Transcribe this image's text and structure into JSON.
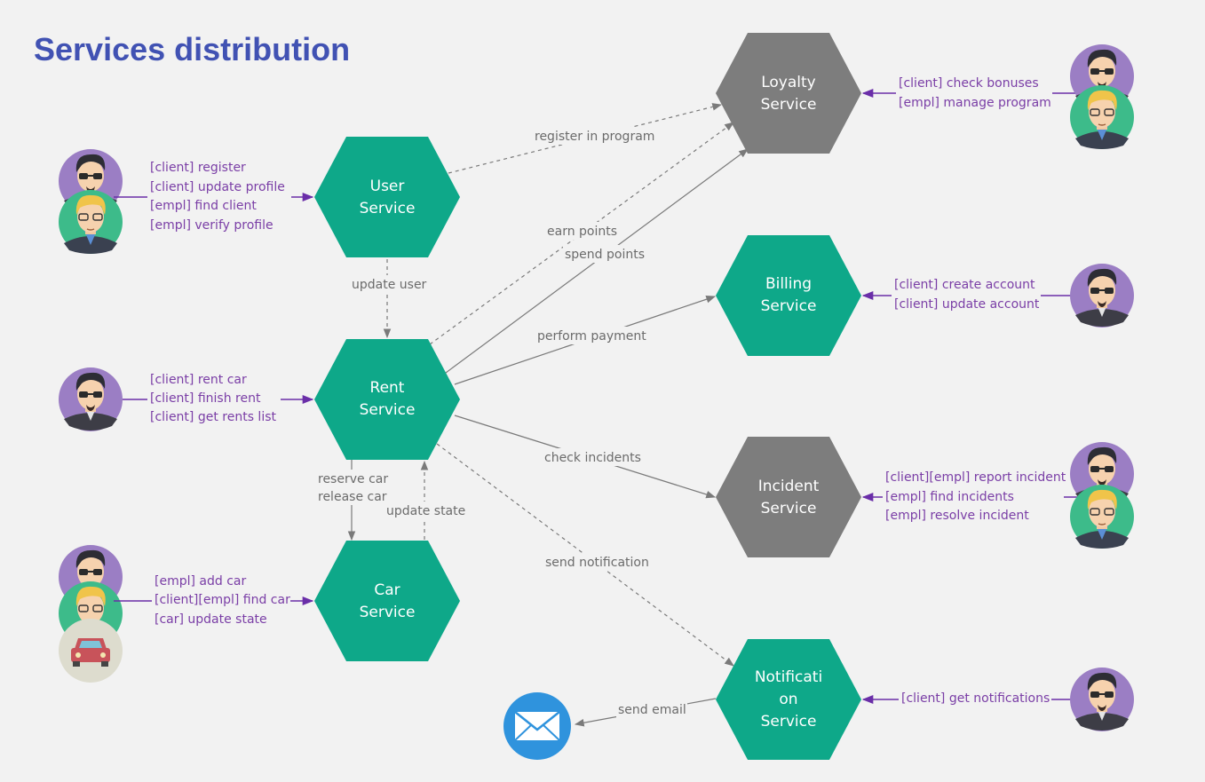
{
  "title": "Services distribution",
  "colors": {
    "background": "#f2f2f2",
    "title": "#4152b3",
    "service_green": "#0ea889",
    "service_gray": "#7d7d7d",
    "actor_text": "#7a3ea6",
    "arrow_purple": "#6a2ea8",
    "edge_gray": "#7a7a7a",
    "client_avatar": "#9b7ec4",
    "employee_avatar": "#3dbb8a",
    "car_avatar": "#dddcce",
    "car_body": "#c8535a",
    "email_blue": "#2f93dd"
  },
  "services": {
    "user": {
      "line1": "User",
      "line2": "Service",
      "color": "green"
    },
    "rent": {
      "line1": "Rent",
      "line2": "Service",
      "color": "green"
    },
    "car": {
      "line1": "Car",
      "line2": "Service",
      "color": "green"
    },
    "loyalty": {
      "line1": "Loyalty",
      "line2": "Service",
      "color": "gray"
    },
    "billing": {
      "line1": "Billing",
      "line2": "Service",
      "color": "green"
    },
    "incident": {
      "line1": "Incident",
      "line2": "Service",
      "color": "gray"
    },
    "notification": {
      "line1": "Notificati",
      "line2": "on",
      "line3": "Service",
      "color": "green"
    }
  },
  "edges": {
    "register_in_program": "register in program",
    "update_user": "update user",
    "earn_points": "earn points",
    "spend_points": "spend points",
    "perform_payment": "perform payment",
    "check_incidents": "check incidents",
    "send_notification": "send notification",
    "reserve_car": "reserve car",
    "release_car": "release car",
    "update_state": "update state",
    "send_email": "send email"
  },
  "actors": {
    "user": {
      "icons": [
        "client-avatar",
        "employee-avatar"
      ],
      "actions": [
        "[client] register",
        "[client] update profile",
        "[empl] find client",
        "[empl] verify profile"
      ]
    },
    "rent": {
      "icons": [
        "client-avatar"
      ],
      "actions": [
        "[client] rent car",
        "[client] finish rent",
        "[client] get rents list"
      ]
    },
    "car": {
      "icons": [
        "client-avatar",
        "employee-avatar",
        "car-avatar"
      ],
      "actions": [
        "[empl] add car",
        "[client][empl] find car",
        "[car] update state"
      ]
    },
    "loyalty": {
      "icons": [
        "client-avatar",
        "employee-avatar"
      ],
      "actions": [
        "[client] check bonuses",
        "[empl] manage program"
      ]
    },
    "billing": {
      "icons": [
        "client-avatar"
      ],
      "actions": [
        "[client] create account",
        "[client] update account"
      ]
    },
    "incident": {
      "icons": [
        "client-avatar",
        "employee-avatar"
      ],
      "actions": [
        "[client][empl] report incident",
        "[empl] find incidents",
        "[empl] resolve incident"
      ]
    },
    "notification": {
      "icons": [
        "client-avatar"
      ],
      "actions": [
        "[client] get notifications"
      ]
    }
  },
  "external": {
    "email": "email-icon"
  }
}
